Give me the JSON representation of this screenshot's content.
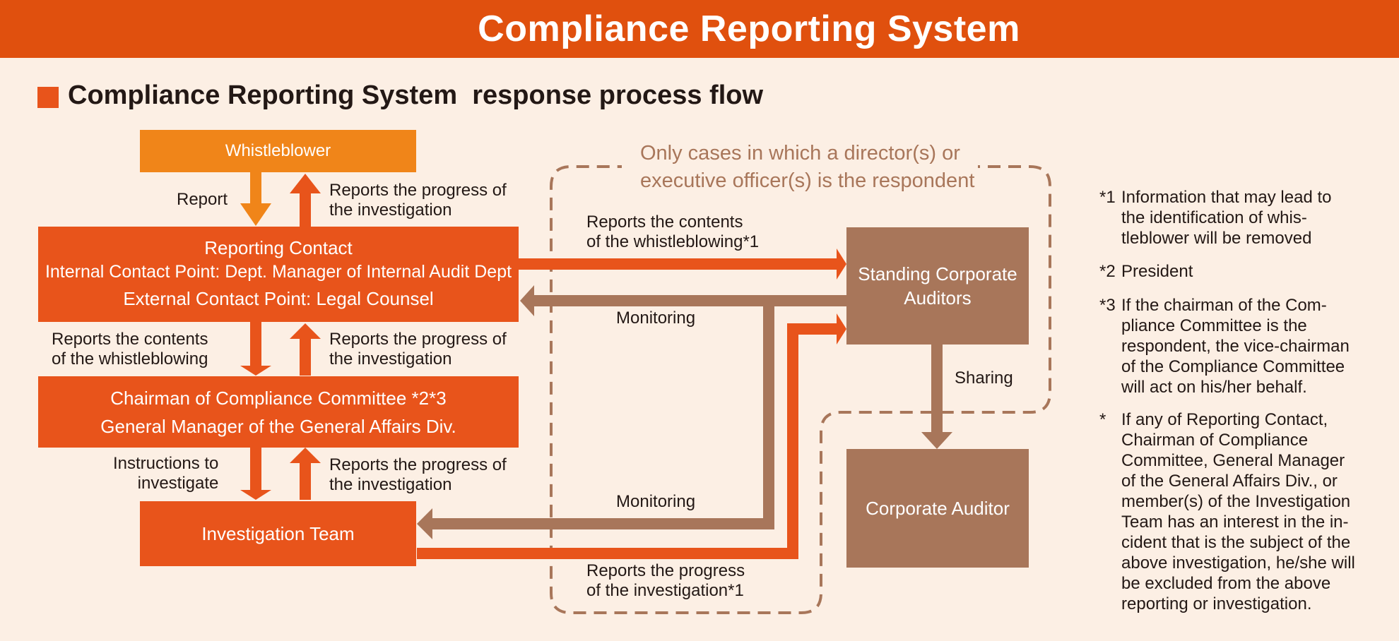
{
  "header": {
    "title": "Compliance Reporting System"
  },
  "section": {
    "title": "Compliance Reporting System  response process flow"
  },
  "dashed_region": {
    "label_line1": "Only cases in which a director(s) or",
    "label_line2": "executive officer(s) is the respondent"
  },
  "boxes": {
    "whistleblower": "Whistleblower",
    "reporting_contact": {
      "title": "Reporting Contact",
      "internal": "Internal Contact Point: Dept. Manager of Internal Audit Dept",
      "external": "External Contact Point: Legal Counsel"
    },
    "chairman": {
      "line1": "Chairman of Compliance Committee *2*3",
      "line2": "General Manager of the General Affairs Div."
    },
    "investigation_team": "Investigation Team",
    "standing_auditors": {
      "line1": "Standing Corporate",
      "line2": "Auditors"
    },
    "corporate_auditor": "Corporate Auditor"
  },
  "labels": {
    "report": "Report",
    "progress_top": {
      "line1": "Reports the progress of",
      "line2": "the investigation"
    },
    "contents_left": {
      "line1": "Reports  the  contents",
      "line2": "of the whistleblowing"
    },
    "progress_mid": {
      "line1": "Reports the progress of",
      "line2": "the investigation"
    },
    "instructions": {
      "line1": "Instructions to",
      "line2": "investigate"
    },
    "progress_low": {
      "line1": "Reports the progress of",
      "line2": "the investigation"
    },
    "contents_to_auditors": {
      "line1": "Reports the contents",
      "line2": "of the whistleblowing*1"
    },
    "monitoring_top": "Monitoring",
    "monitoring_bottom": "Monitoring",
    "sharing": "Sharing",
    "progress_to_auditors": {
      "line1": "Reports the progress",
      "line2": "of the investigation*1"
    }
  },
  "notes": [
    {
      "mark": "*1",
      "lines": [
        "Information that may lead to",
        "the identification of whis-",
        "tleblower will be removed"
      ]
    },
    {
      "mark": "*2",
      "lines": [
        "President"
      ]
    },
    {
      "mark": "*3",
      "lines": [
        "If the chairman of the Com-",
        "pliance Committee is the",
        "respondent, the vice-chairman",
        "of the Compliance Committee",
        "will act on his/her behalf."
      ]
    },
    {
      "mark": "*",
      "lines": [
        "If any of Reporting Contact,",
        "Chairman of Compliance",
        "Committee, General Manager",
        "of the General Affairs Div., or",
        "member(s) of the Investigation",
        "Team has an interest in the in-",
        "cident that is the subject of the",
        "above investigation, he/she will",
        "be excluded from the above",
        "reporting or investigation."
      ]
    }
  ],
  "colors": {
    "header": "#e0500e",
    "background": "#fcefe4",
    "orange": "#e8541b",
    "orange_light": "#f08519",
    "brown": "#a8765a",
    "dashed": "#a8765a",
    "label_brown": "#a8765a"
  }
}
